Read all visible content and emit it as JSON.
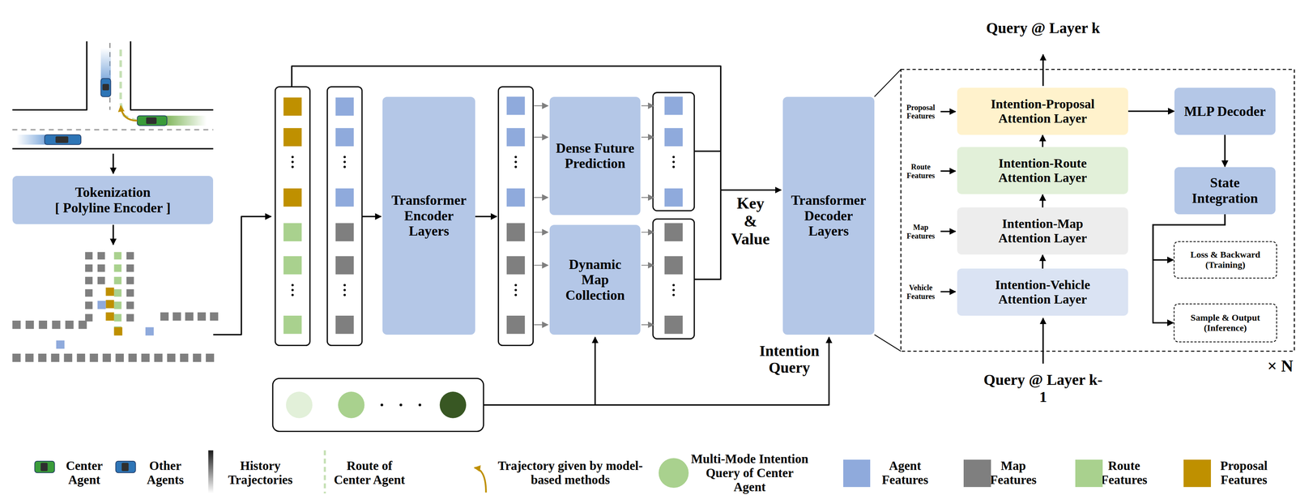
{
  "diagram": {
    "nodes": [
      {
        "text": [
          "Tokenization",
          "[ Polyline Encoder ]"
        ]
      },
      {
        "text": [
          "Transformer Encoder Layers"
        ]
      },
      {
        "text": [
          "Dense Future Prediction"
        ]
      },
      {
        "text": [
          "Dynamic Map Collection"
        ]
      },
      {
        "text": [
          "Transformer Decoder Layers"
        ]
      },
      {
        "text": [
          "Intention-Proposal Attention Layer"
        ]
      },
      {
        "text": [
          "Intention-Route Attention Layer"
        ]
      },
      {
        "text": [
          "Intention-Map Attention Layer"
        ]
      },
      {
        "text": [
          "Intention-Vehicle Attention Layer"
        ]
      },
      {
        "text": [
          "MLP Decoder"
        ]
      },
      {
        "text": [
          "State Integration"
        ]
      },
      {
        "text": [
          "Loss & Backward",
          "(Training)"
        ]
      },
      {
        "text": [
          "Sample & Output",
          "(Inference)"
        ]
      }
    ],
    "edges": [
      {
        "from": 8,
        "to": 7,
        "arrow": "to"
      },
      {
        "from": 7,
        "to": 6,
        "arrow": "to"
      },
      {
        "from": 6,
        "to": 5,
        "arrow": "to"
      },
      {
        "from": 5,
        "to": 9,
        "arrow": "to"
      },
      {
        "from": 9,
        "to": 10,
        "arrow": "to"
      },
      {
        "from": 10,
        "to": 11,
        "arrow": "to"
      },
      {
        "from": 10,
        "to": 12,
        "arrow": "to"
      }
    ],
    "labels": [
      "Key & Value",
      "Intention Query",
      "Query @ Layer k",
      "Query @ Layer k-1",
      "Proposal Features",
      "Route Features",
      "Map Features",
      "Vehicle Features",
      "× N"
    ],
    "legend": [
      {
        "text": "Center Agent"
      },
      {
        "text": "Other Agents"
      },
      {
        "text": "History Trajectories"
      },
      {
        "text": "Route of Center Agent"
      },
      {
        "text": "Trajectory given by model-based methods"
      },
      {
        "text": "Multi-Mode Intention Query of Center Agent",
        "color": "#a9d18e"
      },
      {
        "text": "Agent Features",
        "color": "#8faadc"
      },
      {
        "text": "Map Features",
        "color": "#7f7f7f"
      },
      {
        "text": "Route Features",
        "color": "#a9d18e"
      },
      {
        "text": "Proposal Features",
        "color": "#bf9000"
      }
    ]
  }
}
